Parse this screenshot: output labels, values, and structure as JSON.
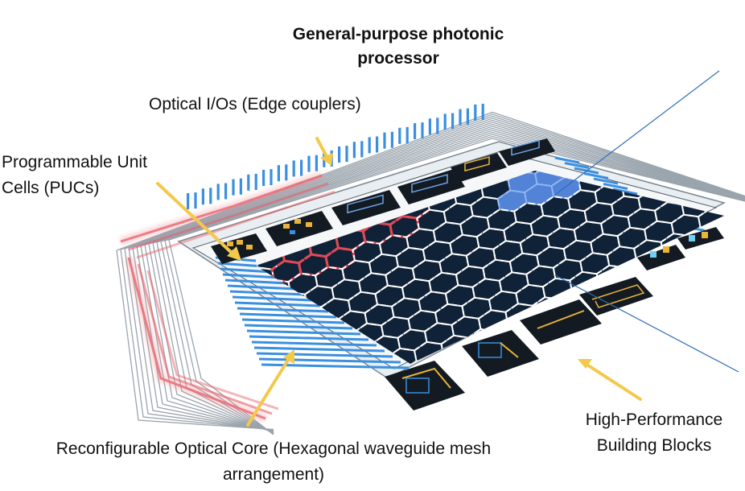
{
  "title": "General-purpose  photonic processor",
  "labels": {
    "optical_io": "Optical I/Os (Edge couplers)",
    "puc": "Programmable Unit Cells (PUCs)",
    "core": "Reconfigurable Optical Core (Hexagonal waveguide mesh arrangement)",
    "building_blocks": "High-Performance Building Blocks"
  },
  "colors": {
    "chip_dark": "#102238",
    "blue_waveguide": "#3a8fe0",
    "highlight_blue": "#5b8ee8",
    "highlight_red": "#e04a55",
    "arrow": "#f3c94a",
    "leader_line": "#2e6db4"
  }
}
